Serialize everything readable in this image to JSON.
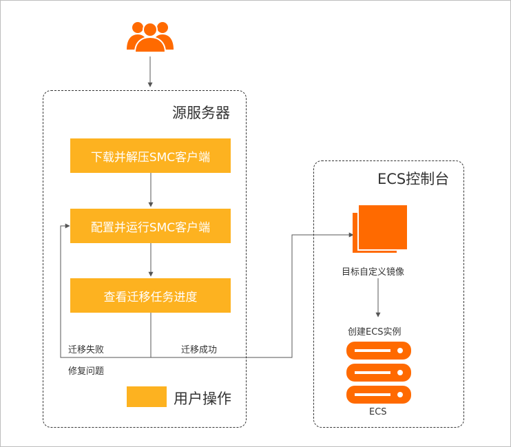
{
  "source_server": {
    "title": "源服务器",
    "steps": [
      "下载并解压SMC客户端",
      "配置并运行SMC客户端",
      "查看迁移任务进度"
    ],
    "fail_label": "迁移失败",
    "fix_label": "修复问题",
    "success_label": "迁移成功"
  },
  "ecs_console": {
    "title": "ECS控制台",
    "image_label": "目标自定义镜像",
    "create_label": "创建ECS实例",
    "ecs_label": "ECS"
  },
  "legend": {
    "label": "用户操作"
  },
  "icons": {
    "users": "users-group-icon",
    "image": "stacked-image-icon",
    "server": "server-stack-icon"
  },
  "colors": {
    "user_action": "#fdb220",
    "accent": "#ff6a00",
    "line": "#555555"
  }
}
